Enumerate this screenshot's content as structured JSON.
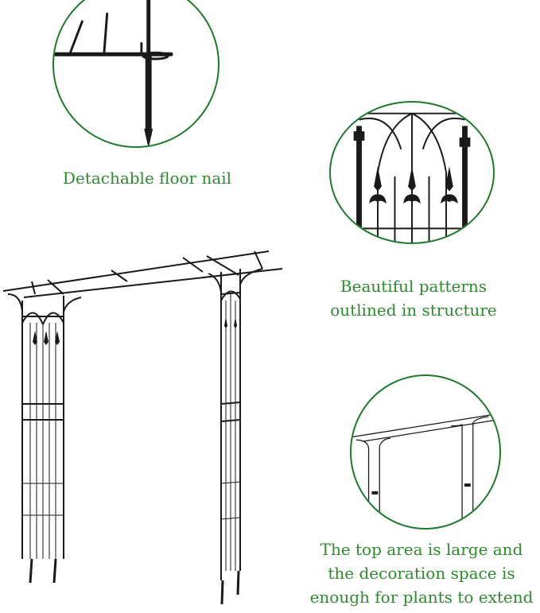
{
  "theme": {
    "ring_color": "#1f7a2c",
    "caption_color": "#2f8a2f",
    "metal_color": "#1a1a1a"
  },
  "features": {
    "nail": {
      "caption": "Detachable floor nail",
      "icon": "floor-nail-closeup"
    },
    "pattern": {
      "caption_line1": "Beautiful patterns",
      "caption_line2": "outlined in structure",
      "icon": "fleur-de-lis-pattern"
    },
    "top": {
      "caption_line1": "The top area is large and",
      "caption_line2": "the decoration space is",
      "caption_line3": "enough for plants to extend",
      "icon": "arch-overview"
    }
  },
  "product": {
    "icon": "garden-arch"
  }
}
